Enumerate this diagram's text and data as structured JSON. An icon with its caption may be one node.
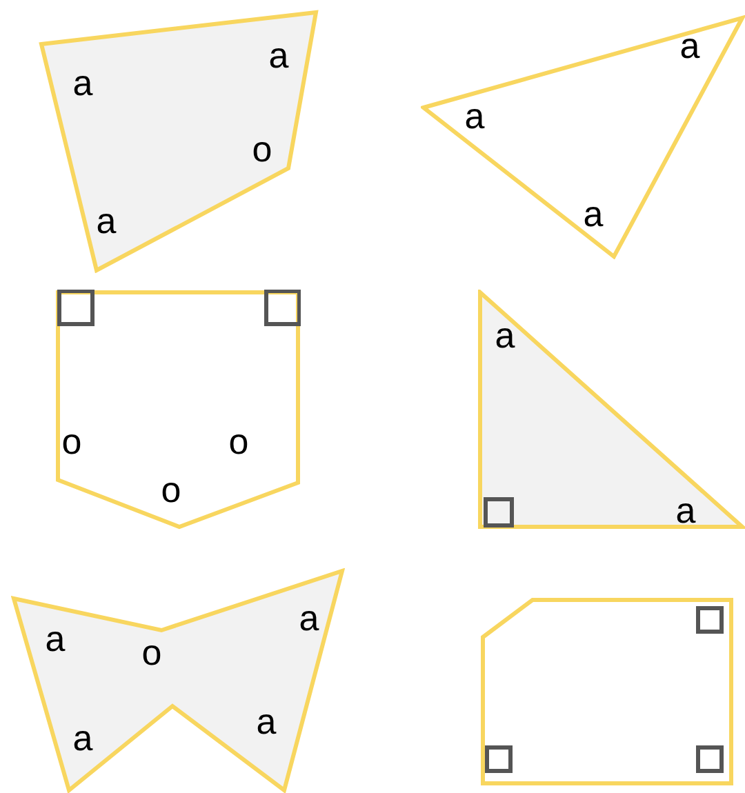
{
  "diagram": {
    "nodes": [
      {
        "text": [
          "a",
          "a",
          "o",
          "a"
        ]
      },
      {
        "text": [
          "a",
          "a",
          "a"
        ]
      },
      {
        "text": [
          "o",
          "o",
          "o"
        ]
      },
      {
        "text": [
          "a",
          "a"
        ]
      },
      {
        "text": [
          "a",
          "a",
          "o",
          "a",
          "a"
        ]
      },
      {
        "text": [],
        "shape": "box"
      }
    ]
  }
}
